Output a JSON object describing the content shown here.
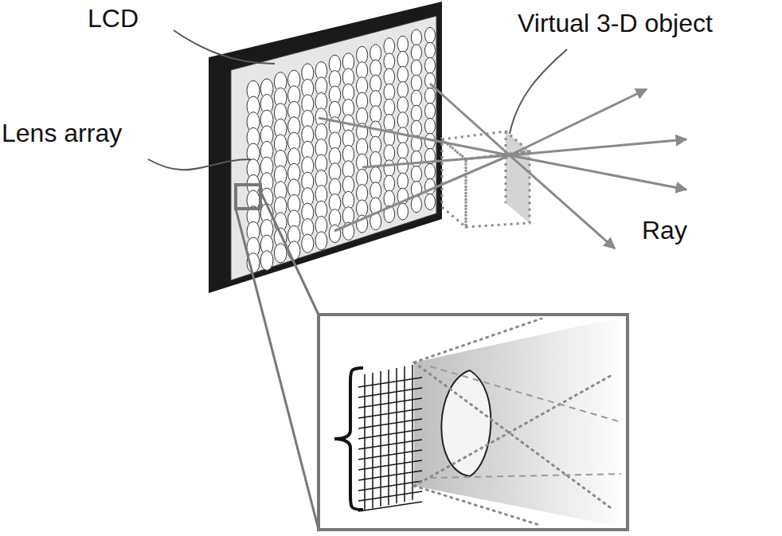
{
  "diagram": {
    "labels": [
      "LCD",
      "Lens array",
      "Virtual 3-D object",
      "Ray"
    ]
  }
}
